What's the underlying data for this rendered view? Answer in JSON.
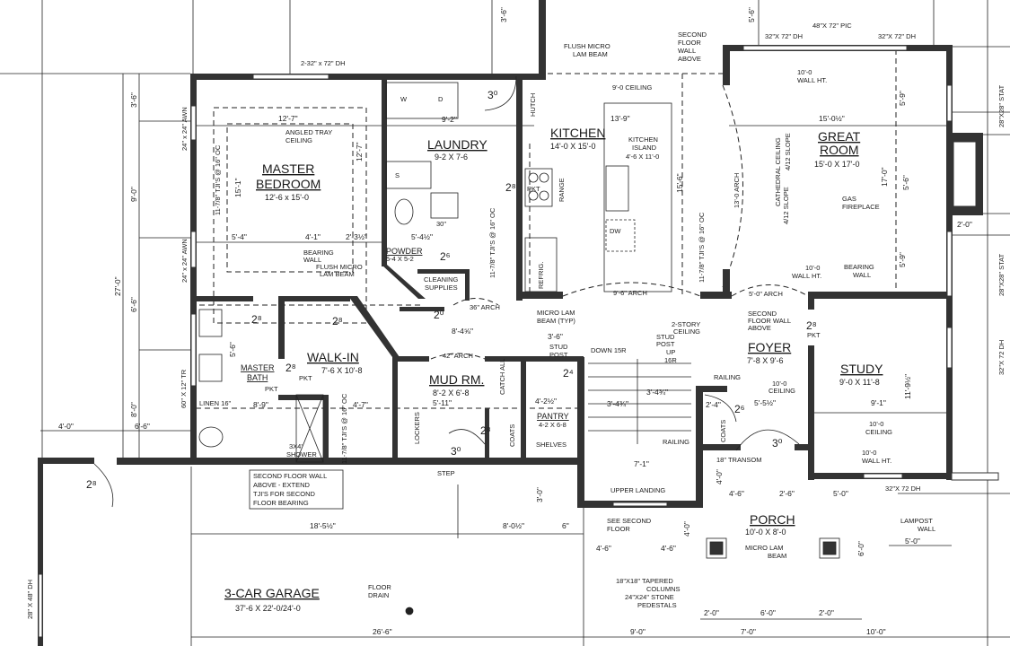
{
  "rooms": {
    "master_bedroom": {
      "line1": "MASTER",
      "line2": "BEDROOM",
      "size": "12'-6 x 15'-0"
    },
    "laundry": {
      "name": "LAUNDRY",
      "size": "9-2 X 7-6"
    },
    "kitchen": {
      "name": "KITCHEN",
      "size": "14'-0 X 15'-0"
    },
    "kitchen_island": {
      "line1": "KITCHEN",
      "line2": "ISLAND",
      "size": "4'-6 X 11'-0"
    },
    "great_room": {
      "line1": "GREAT",
      "line2": "ROOM",
      "size": "15'-0 X 17'-0"
    },
    "powder": {
      "name": "POWDER",
      "size": "5-4 X 5-2"
    },
    "master_bath": {
      "line1": "MASTER",
      "line2": "BATH"
    },
    "walk_in": {
      "name": "WALK-IN",
      "size": "7'-6 X 10'-8"
    },
    "mud_room": {
      "name": "MUD RM.",
      "size": "8'-2 X 6'-8"
    },
    "pantry": {
      "name": "PANTRY",
      "size": "4-2 X 6-8"
    },
    "foyer": {
      "name": "FOYER",
      "size": "7'-8 X 9'-6"
    },
    "study": {
      "name": "STUDY",
      "size": "9'-0 X 11'-8"
    },
    "porch": {
      "name": "PORCH",
      "size": "10'-0 X 8'-0"
    },
    "garage": {
      "name": "3-CAR GARAGE",
      "size": "37'-6 X 22'-0/24'-0"
    }
  },
  "doors": [
    "3⁰",
    "2⁸",
    "2⁶",
    "2⁸",
    "2⁰",
    "2⁸",
    "2⁸",
    "2⁴",
    "2⁸",
    "3⁰",
    "2⁶",
    "3⁰",
    "2⁸",
    "2⁸"
  ],
  "door_tags": [
    "PKT",
    "PKT",
    "PKT",
    "PKT"
  ],
  "notes": [
    "2-32\" x 72\" DH",
    "FLUSH MICRO",
    "LAM BEAM",
    "SECOND",
    "FLOOR",
    "WALL",
    "ABOVE",
    "48\"X 72\" PIC",
    "32\"X 72\" DH",
    "32\"X 72\" DH",
    "10'-0",
    "WALL HT.",
    "9'-0 CEILING",
    "ANGLED TRAY",
    "CEILING",
    "HUTCH",
    "RANGE",
    "DW",
    "REFRIG.",
    "13'-0 ARCH",
    "CATHEDRAL CEILING",
    "4/12 SLOPE",
    "4/12 SLOPE",
    "GAS",
    "FIREPLACE",
    "BEARING",
    "WALL",
    "FLUSH MICRO",
    "LAM BEAM",
    "CLEANING",
    "SUPPLIES",
    "36\" ARCH",
    "9'-6\" ARCH",
    "5'-0\" ARCH",
    "10'-0",
    "WALL HT.",
    "BEARING",
    "WALL",
    "MICRO LAM",
    "BEAM (TYP)",
    "2-STORY",
    "CEILING",
    "SECOND",
    "FLOOR WALL",
    "ABOVE",
    "STUD",
    "POST",
    "STUD",
    "POST",
    "DOWN 15R",
    "UP",
    "16R",
    "42\" ARCH",
    "RAILING",
    "RAILING",
    "CATCH ALL",
    "LINEN 16\"",
    "LOCKERS",
    "COATS",
    "COATS",
    "SHELVES",
    "3X4'",
    "SHOWER",
    "STEP",
    "18\" TRANSOM",
    "10'-0",
    "CEILING",
    "10'-0",
    "CEILING",
    "10'-0",
    "WALL HT.",
    "UPPER LANDING",
    "SECOND FLOOR WALL",
    "ABOVE - EXTEND",
    "TJI'S FOR SECOND",
    "FLOOR BEARING",
    "SEE SECOND",
    "FLOOR",
    "MICRO LAM",
    "BEAM",
    "LAMPOST",
    "WALL",
    "18\"X18\" TAPERED",
    "COLUMNS",
    "24\"X24\" STONE",
    "PEDESTALS",
    "FLOOR",
    "DRAIN",
    "28\" X 48\" DH",
    "24\" x 24\" AWN",
    "24\" x 24\" AWN",
    "60\" X 12\" TR",
    "28\"X28\" STAT",
    "28\"X28\" STAT",
    "32\"X 72 DH",
    "32\"X 72 DH",
    "11-7/8\" TJI'S @ 16\" OC",
    "11-7/8\" TJI'S @ 16\" OC",
    "11-7/8\" TJI'S @ 16\" OC",
    "11-7/8\" TJI'S @ 16\" OC",
    "W",
    "D",
    "S",
    "30\""
  ],
  "dims": [
    "4'-0\"",
    "6'-6\"",
    "27'-0\"",
    "3'-6\"",
    "9'-0\"",
    "6'-6\"",
    "8'-0\"",
    "18'-5½\"",
    "8'-0½\"",
    "6\"",
    "26'-6\"",
    "9'-0\"",
    "7'-0\"",
    "10'-0\"",
    "2'-0\"",
    "6'-0\"",
    "2'-0\"",
    "4'-6\"",
    "4'-6\"",
    "4'-6\"",
    "2'-6\"",
    "5'-0\"",
    "5'-0\"",
    "12'-7\"",
    "9'-2\"",
    "15'-0½\"",
    "13'-9\"",
    "5'-9\"",
    "5'-6\"",
    "17'-0\"",
    "5'-9\"",
    "2'-0\"",
    "5'-4\"",
    "4'-1\"",
    "2'-3½\"",
    "5'-4½\"",
    "15'-1\"",
    "12'-7\"",
    "15'-6\"",
    "8'-9\"",
    "4'-7\"",
    "5'-11\"",
    "8'-4⅝\"",
    "3'-6\"",
    "7'-1\"",
    "9'-1\"",
    "11'-9½\"",
    "5'-5½\"",
    "2'-4\"",
    "4'-2½\"",
    "3'-4¾\"",
    "3'-4¾\"",
    "3'-0\"",
    "4'-0\"",
    "4'-0\"",
    "6'-0\"",
    "5'-6\"",
    "3'-6\"",
    "5'-6\""
  ],
  "colors": {
    "wall": "#333333",
    "line": "#222222",
    "background": "#ffffff"
  }
}
